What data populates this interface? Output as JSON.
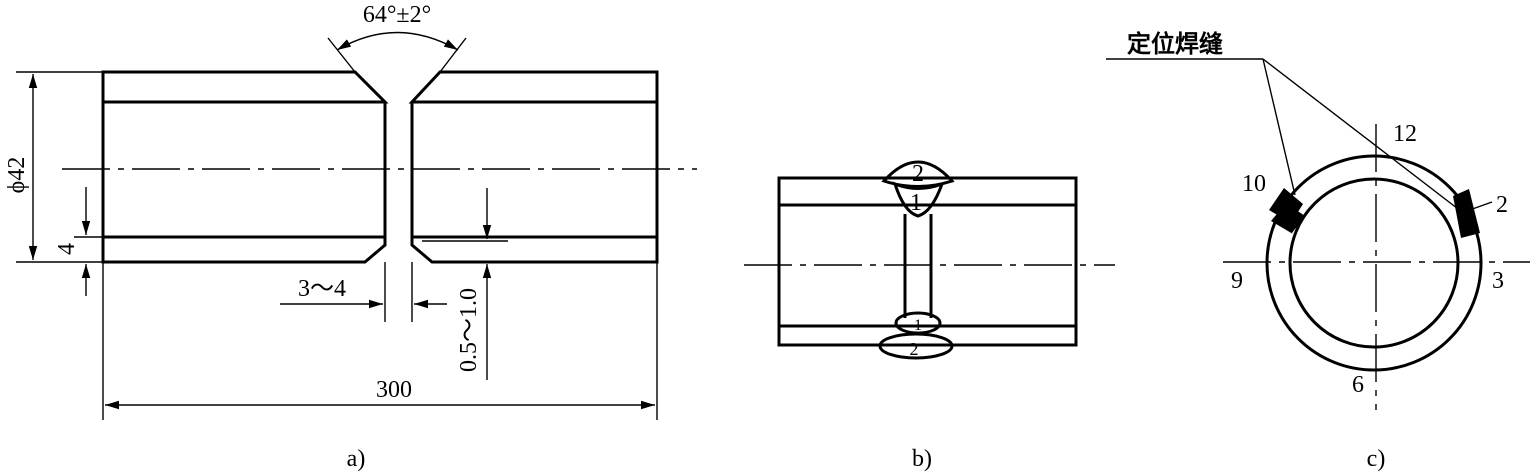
{
  "figure_a": {
    "angle_label": "64°±2°",
    "diameter_label": "ϕ42",
    "thickness_label": "4",
    "gap_label": "3～4",
    "root_face_label": "0.5～1.0",
    "length_label": "300",
    "caption": "a)"
  },
  "figure_b": {
    "top_pass_outer": "2",
    "top_pass_inner": "1",
    "bottom_pass_inner": "1",
    "bottom_pass_outer": "2",
    "caption": "b)"
  },
  "figure_c": {
    "tack_weld_label": "定位焊缝",
    "clock_12": "12",
    "clock_10": "10",
    "clock_2": "2",
    "clock_9": "9",
    "clock_3": "3",
    "clock_6": "6",
    "caption": "c)"
  }
}
